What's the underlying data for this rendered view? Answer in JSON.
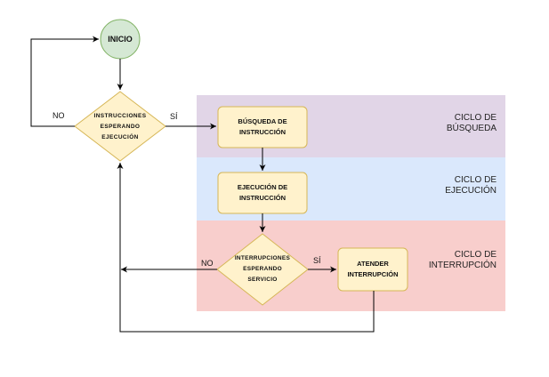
{
  "lanes": {
    "fetch": {
      "label_line1": "CICLO DE",
      "label_line2": "BÚSQUEDA",
      "color": "#e1d5e7"
    },
    "execute": {
      "label_line1": "CICLO DE",
      "label_line2": "EJECUCIÓN",
      "color": "#dae8fc"
    },
    "interrupt": {
      "label_line1": "CICLO DE",
      "label_line2": "INTERRUPCIÓN",
      "color": "#f8cecc"
    }
  },
  "nodes": {
    "start": {
      "label": "INICIO"
    },
    "instructions_decision": {
      "line1": "INSTRUCCIONES",
      "line2": "ESPERANDO",
      "line3": "EJECUCIÓN"
    },
    "fetch": {
      "line1": "BÚSQUEDA DE",
      "line2": "INSTRUCCIÓN"
    },
    "execute": {
      "line1": "EJECUCIÓN DE",
      "line2": "INSTRUCCIÓN"
    },
    "interrupt_decision": {
      "line1": "INTERRUPCIONES",
      "line2": "ESPERANDO",
      "line3": "SERVICIO"
    },
    "handle": {
      "line1": "ATENDER",
      "line2": "INTERRUPCIÓN"
    }
  },
  "edges": {
    "no_top": "NO",
    "yes_top": "SÍ",
    "no_bottom": "NO",
    "yes_bottom": "SÍ"
  },
  "colors": {
    "start_fill": "#d5e8d4",
    "start_stroke": "#82b366",
    "node_fill": "#fff2cc",
    "node_stroke": "#d6b656"
  }
}
